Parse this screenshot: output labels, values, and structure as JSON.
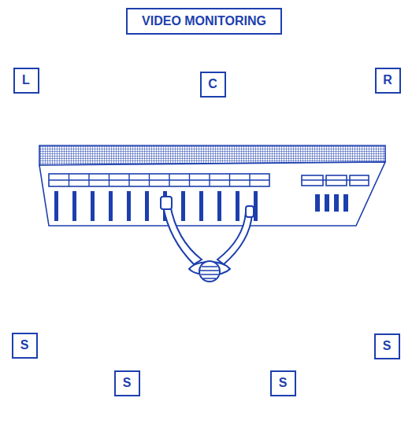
{
  "diagram": {
    "title": "VIDEO MONITORING",
    "nodes": [
      {
        "text": [
          "L"
        ]
      },
      {
        "text": [
          "C"
        ]
      },
      {
        "text": [
          "R"
        ]
      },
      {
        "text": [
          "S"
        ]
      },
      {
        "text": [
          "S"
        ]
      },
      {
        "text": [
          "S"
        ]
      },
      {
        "text": [
          "S"
        ]
      }
    ]
  }
}
